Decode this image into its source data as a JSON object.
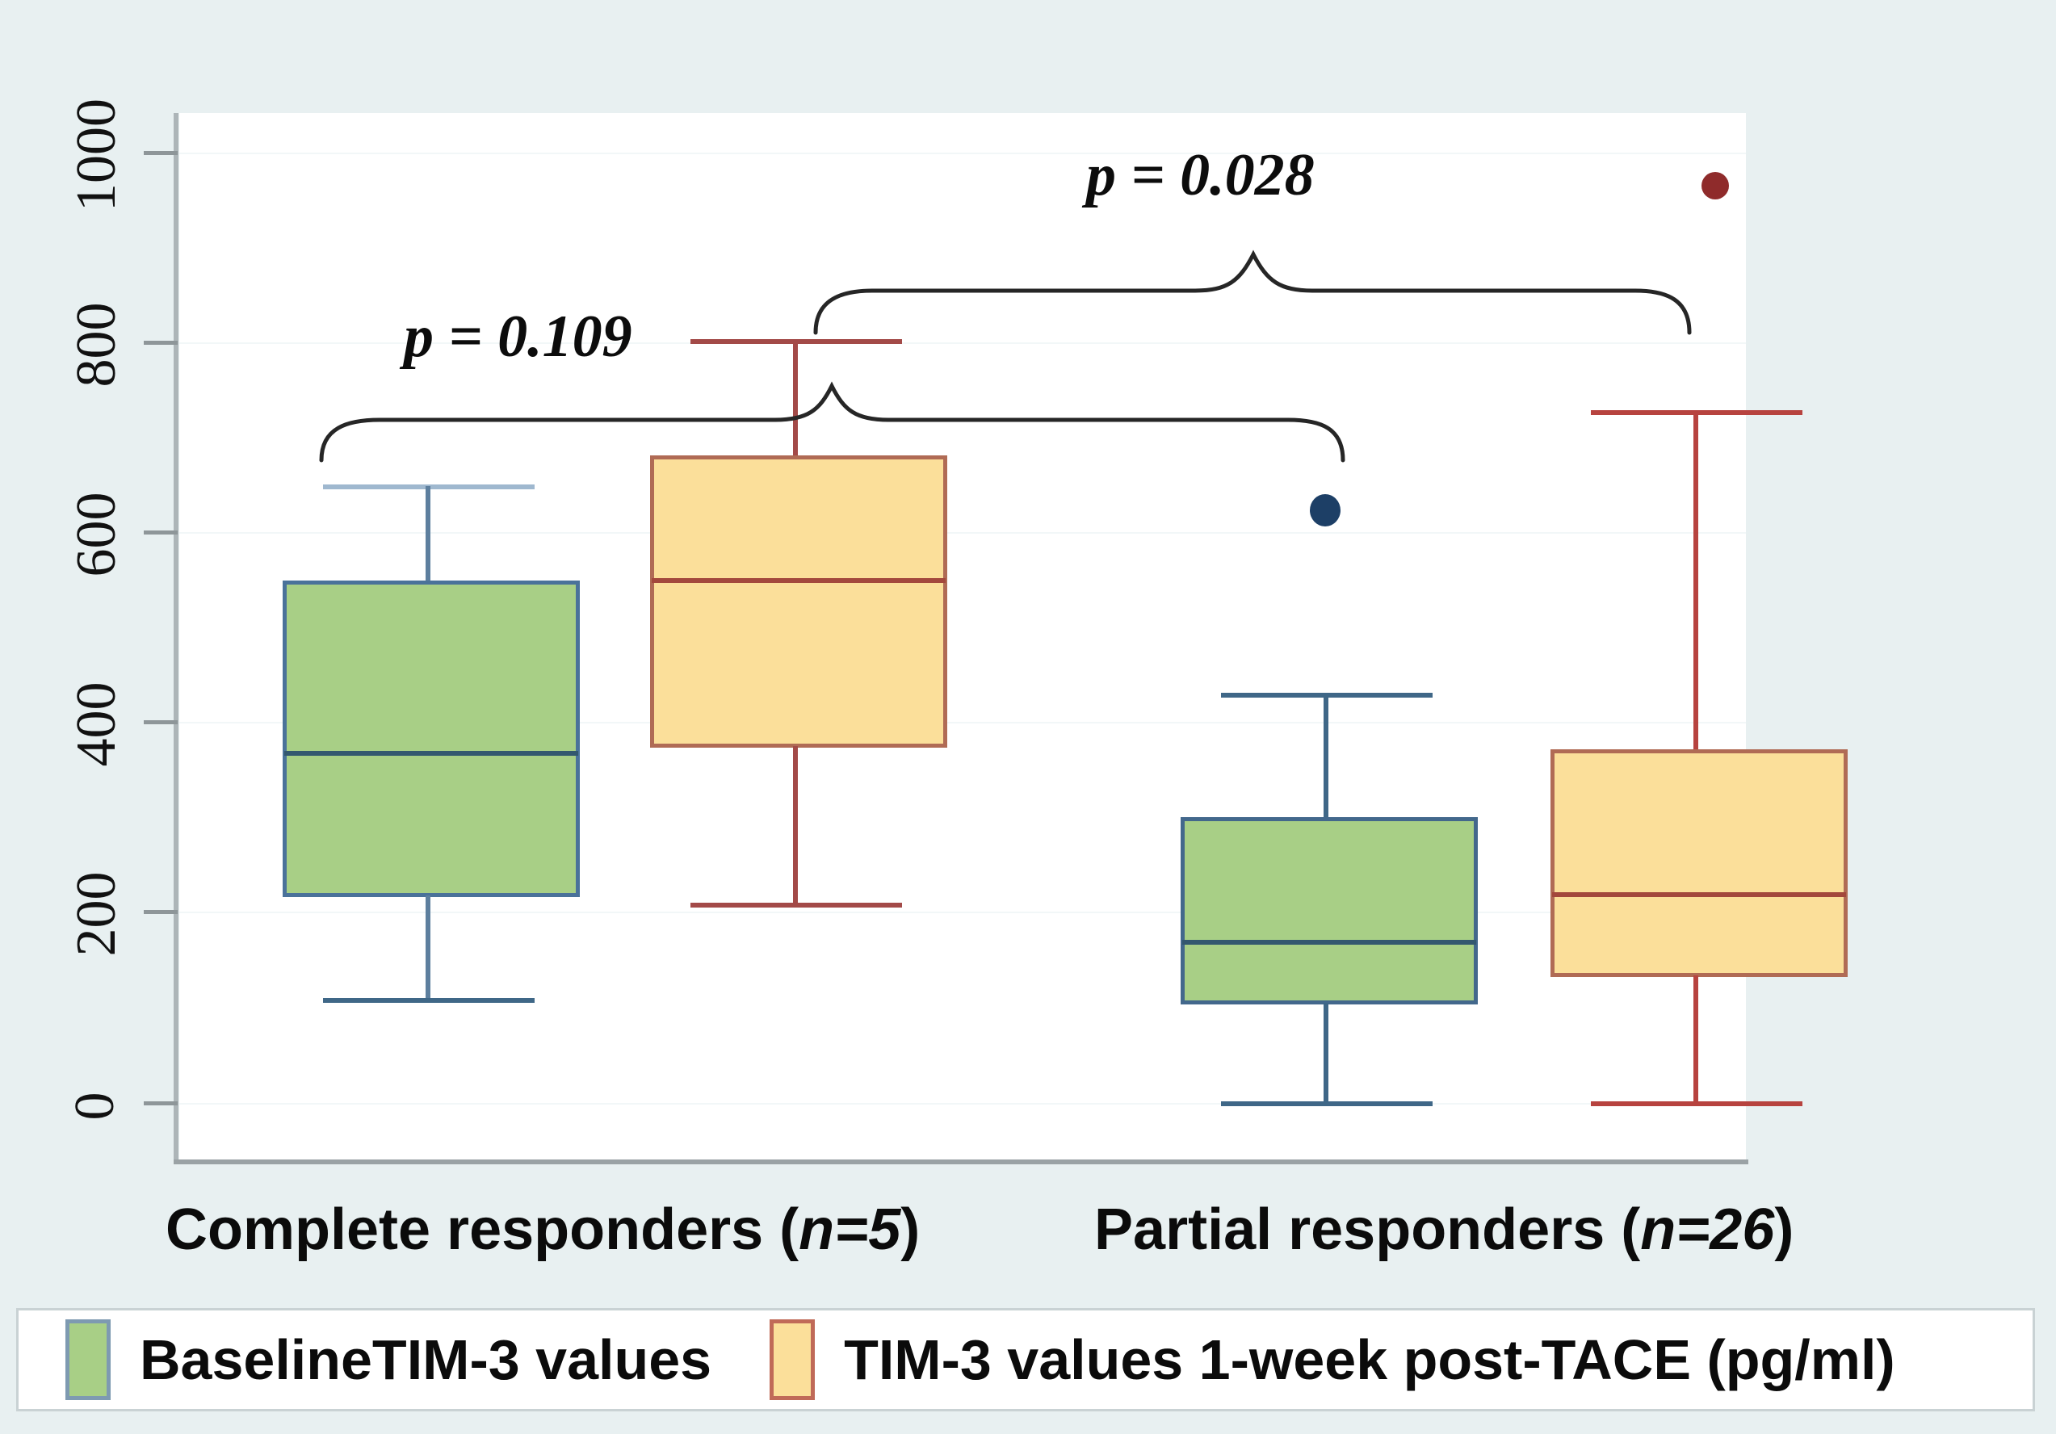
{
  "chart_data": {
    "type": "box",
    "title": "",
    "xlabel": "",
    "ylabel": "",
    "ylim": [
      -60,
      1120
    ],
    "yticks": [
      0,
      200,
      400,
      600,
      800,
      1000
    ],
    "ytick_labels": [
      "0",
      "200",
      "400",
      "600",
      "800",
      "1000"
    ],
    "grid": true,
    "legend_position": "bottom",
    "groups": [
      {
        "name": "Complete responders (n=5)",
        "label_plain": "Complete responders (",
        "label_italic": "n=5",
        "label_tail": ")"
      },
      {
        "name": "Partial responders (n=26)",
        "label_plain": "Partial responders (",
        "label_italic": "n=26",
        "label_tail": ")"
      }
    ],
    "series": [
      {
        "name": "BaselineTIM-3 values",
        "color": "#a8cf86",
        "edge_color": "#4a729a"
      },
      {
        "name": "TIM-3 values 1-week post-TACE (pg/ml)",
        "color": "#fbdf9a",
        "edge_color": "#b04a46"
      }
    ],
    "boxes": [
      {
        "group": "Complete responders (n=5)",
        "series": "BaselineTIM-3 values",
        "min": 110,
        "q1": 220,
        "median": 370,
        "q3": 550,
        "max": 650,
        "outliers": []
      },
      {
        "group": "Complete responders (n=5)",
        "series": "TIM-3 values 1-week post-TACE (pg/ml)",
        "min": 210,
        "q1": 375,
        "median": 550,
        "q3": 680,
        "max": 800,
        "outliers": []
      },
      {
        "group": "Partial responders (n=26)",
        "series": "BaselineTIM-3 values",
        "min": 0,
        "q1": 105,
        "median": 170,
        "q3": 300,
        "max": 430,
        "outliers": [
          625
        ]
      },
      {
        "group": "Partial responders (n=26)",
        "series": "TIM-3 values 1-week post-TACE (pg/ml)",
        "min": 0,
        "q1": 135,
        "median": 220,
        "q3": 370,
        "max": 725,
        "outliers": [
          1045
        ]
      }
    ],
    "annotations": [
      {
        "id": "p-within-complete",
        "text": "p = 0.109",
        "compares": [
          "Complete baseline",
          "Complete post-TACE"
        ]
      },
      {
        "id": "p-between-groups",
        "text": "p = 0.028",
        "compares": [
          "Complete post-TACE",
          "Partial baseline"
        ]
      }
    ]
  },
  "axis": {
    "y_labels": [
      "1000",
      "800",
      "600",
      "400",
      "200",
      "0"
    ]
  },
  "annotations": {
    "p1": "p = 0.109",
    "p2": "p = 0.028"
  },
  "xaxis": {
    "group1_plain": "Complete responders (",
    "group1_italic": "n=5",
    "group1_tail": ")",
    "group2_plain": "Partial responders (",
    "group2_italic": "n=26",
    "group2_tail": ")"
  },
  "legend": {
    "item1_label": "BaselineTIM-3 values",
    "item2_label": "TIM-3 values 1-week post-TACE (pg/ml)"
  },
  "colors": {
    "baseline_fill": "#a8cf86",
    "baseline_edge": "#4a729a",
    "post_fill": "#fbdf9a",
    "post_edge": "#b04a46",
    "outlier_blue": "#1d3f66",
    "outlier_red": "#8f2b2b",
    "background": "#e8f0f1",
    "plot_background": "#ffffff"
  }
}
